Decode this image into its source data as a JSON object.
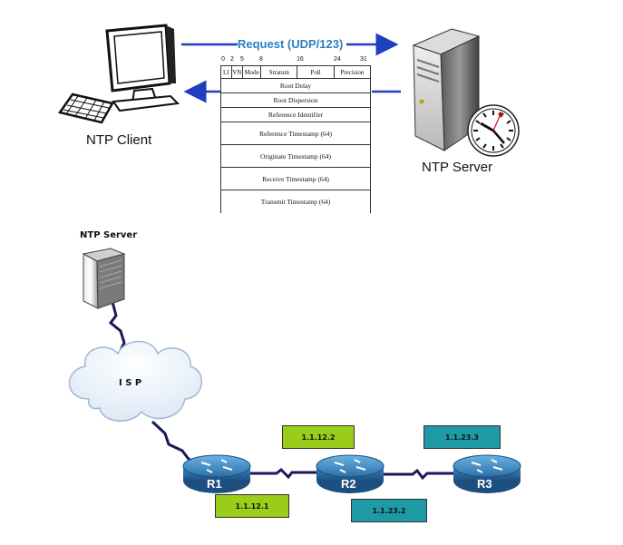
{
  "top": {
    "request_label": "Request (UDP/123)",
    "client_label": "NTP Client",
    "server_label": "NTP Server",
    "bit_positions": [
      "0",
      "2",
      "5",
      "8",
      "16",
      "24",
      "31"
    ],
    "header_fields": [
      "LI",
      "VN",
      "Mode",
      "Stratum",
      "Poll",
      "Precision"
    ],
    "rows": [
      "Root Delay",
      "Root Dispersion",
      "Reference Identifier",
      "Reference Timestamp (64)",
      "Originate Timestamp (64)",
      "Receive Timestamp (64)",
      "Transmit Timestamp (64)"
    ]
  },
  "bottom": {
    "server_label": "NTP Server",
    "cloud_label": "I S P",
    "routers": [
      "R1",
      "R2",
      "R3"
    ],
    "tags": {
      "r1_r2_left": "1.1.12.1",
      "r1_r2_right": "1.1.12.2",
      "r2_r3_left": "1.1.23.2",
      "r2_r3_right": "1.1.23.3"
    }
  },
  "colors": {
    "arrow": "#1f3fbf",
    "request_text": "#2e7fc0",
    "link": "#1a1a5a",
    "router": "#2a6fa8",
    "tag_green": "#9acd1a",
    "tag_teal": "#1e9aa5"
  }
}
